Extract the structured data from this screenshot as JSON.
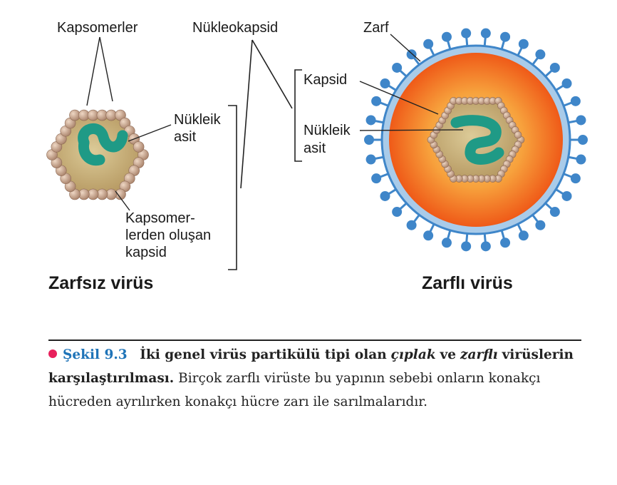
{
  "labels": {
    "kapsomerler": "Kapsomerler",
    "nukleokapsid": "Nükleokapsid",
    "zarf": "Zarf",
    "kapsid": "Kapsid",
    "nukleik_asit_left_1": "Nükleik",
    "nukleik_asit_left_2": "asit",
    "nukleik_asit_right_1": "Nükleik",
    "nukleik_asit_right_2": "asit",
    "kapsomerlerden_1": "Kapsomer-",
    "kapsomerlerden_2": "lerden oluşan",
    "kapsomerlerden_3": "kapsid",
    "zarfsiz_virus": "Zarfsız virüs",
    "zarfli_virus": "Zarflı virüs"
  },
  "caption": {
    "figure_number": "Şekil 9.3",
    "bold_1": "İki genel virüs partikülü tipi olan",
    "italic_1": "çıplak",
    "bold_2": "ve",
    "italic_2": "zarflı",
    "bold_3": "virüslerin karşılaştırılması.",
    "text": "Birçok zarflı virüste bu yapının sebebi onların konakçı hücreden ayrılırken konakçı hücre zarı ile sarılmalarıdır."
  },
  "colors": {
    "capsomer": "#c7a48b",
    "capsid_fill": "#c9b07d",
    "nucleic_acid": "#1f9a86",
    "envelope_outer": "#f2631e",
    "envelope_inner": "#f7a13c",
    "spike": "#3f86c9",
    "caption_number": "#1f74b8",
    "bullet": "#e8205c"
  }
}
